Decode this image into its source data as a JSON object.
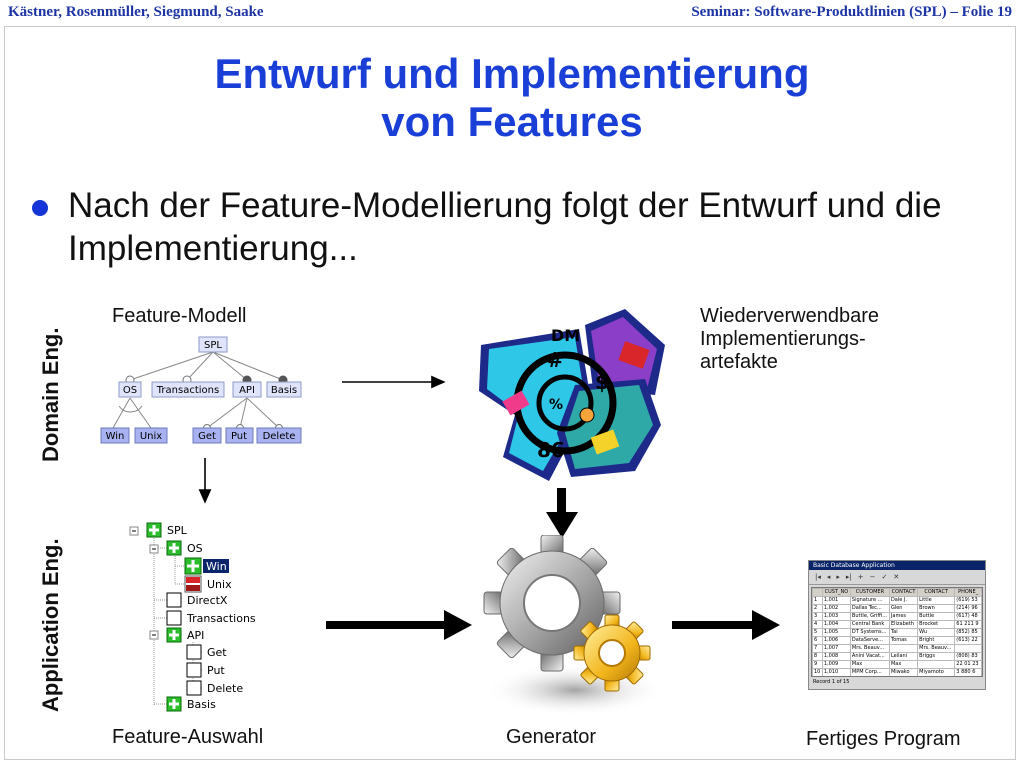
{
  "header": {
    "left": "Kästner, Rosenmüller, Siegmund, Saake",
    "right": "Seminar: Software-Produktlinien (SPL) – Folie 19"
  },
  "title": {
    "line1": "Entwurf und Implementierung",
    "line2": "von Features"
  },
  "bullet": {
    "text": "Nach der Feature-Modellierung folgt der Entwurf und die Implementierung..."
  },
  "side_labels": {
    "domain": "Domain Eng.",
    "application": "Application Eng."
  },
  "labels": {
    "feature_model": "Feature-Modell",
    "artifacts_line1": "Wiederverwendbare",
    "artifacts_line2": "Implementierungs-",
    "artifacts_line3": "artefakte",
    "feature_selection": "Feature-Auswahl",
    "generator": "Generator",
    "final_program": "Fertiges Program"
  },
  "feature_model": {
    "root": "SPL",
    "level1": [
      "OS",
      "Transactions",
      "API",
      "Basis"
    ],
    "os_children": [
      "Win",
      "Unix"
    ],
    "api_children": [
      "Get",
      "Put",
      "Delete"
    ]
  },
  "feature_tree": {
    "items": [
      {
        "label": "SPL",
        "state": "selected"
      },
      {
        "label": "OS",
        "state": "selected"
      },
      {
        "label": "Win",
        "state": "selected-highlight"
      },
      {
        "label": "Unix",
        "state": "excluded"
      },
      {
        "label": "DirectX",
        "state": "unselected"
      },
      {
        "label": "Transactions",
        "state": "unselected"
      },
      {
        "label": "API",
        "state": "selected"
      },
      {
        "label": "Get",
        "state": "unselected"
      },
      {
        "label": "Put",
        "state": "unselected"
      },
      {
        "label": "Delete",
        "state": "unselected"
      },
      {
        "label": "Basis",
        "state": "selected"
      }
    ]
  },
  "app_window": {
    "title": "Basic Database Application",
    "columns": [
      "",
      "CUST_NO",
      "CUSTOMER",
      "CONTACT",
      "CONTACT",
      "PHONE_"
    ],
    "rows": [
      [
        "1",
        "1,001",
        "Signature ...",
        "Dale J.",
        "Little",
        "(619) 53"
      ],
      [
        "2",
        "1,002",
        "Dallas Tec...",
        "Glen",
        "Brown",
        "(214) 96"
      ],
      [
        "3",
        "1,003",
        "Buttle, Griffi...",
        "James",
        "Buttle",
        "(617) 48"
      ],
      [
        "4",
        "1,004",
        "Central Bank",
        "Elizabeth",
        "Brocket",
        "61 211 9"
      ],
      [
        "5",
        "1,005",
        "DT Systems...",
        "Tai",
        "Wu",
        "(852) 85"
      ],
      [
        "6",
        "1,006",
        "DataServe...",
        "Tomas",
        "Bright",
        "(613) 22"
      ],
      [
        "7",
        "1,007",
        "Mrs. Beauv...",
        "",
        "Mrs. Beauv...",
        ""
      ],
      [
        "8",
        "1,008",
        "Anini Vacat...",
        "Leilani",
        "Briggs",
        "(808) 83"
      ],
      [
        "9",
        "1,009",
        "Max",
        "Max",
        "",
        "22 01 23"
      ],
      [
        "10",
        "1,010",
        "MPM Corp...",
        "Miwako",
        "Miyamoto",
        "3 880 6"
      ]
    ],
    "status": "Record 1 of 15"
  },
  "colors": {
    "header": "#1d34a6",
    "title": "#1a3fd6",
    "bullet": "#1436d8"
  }
}
